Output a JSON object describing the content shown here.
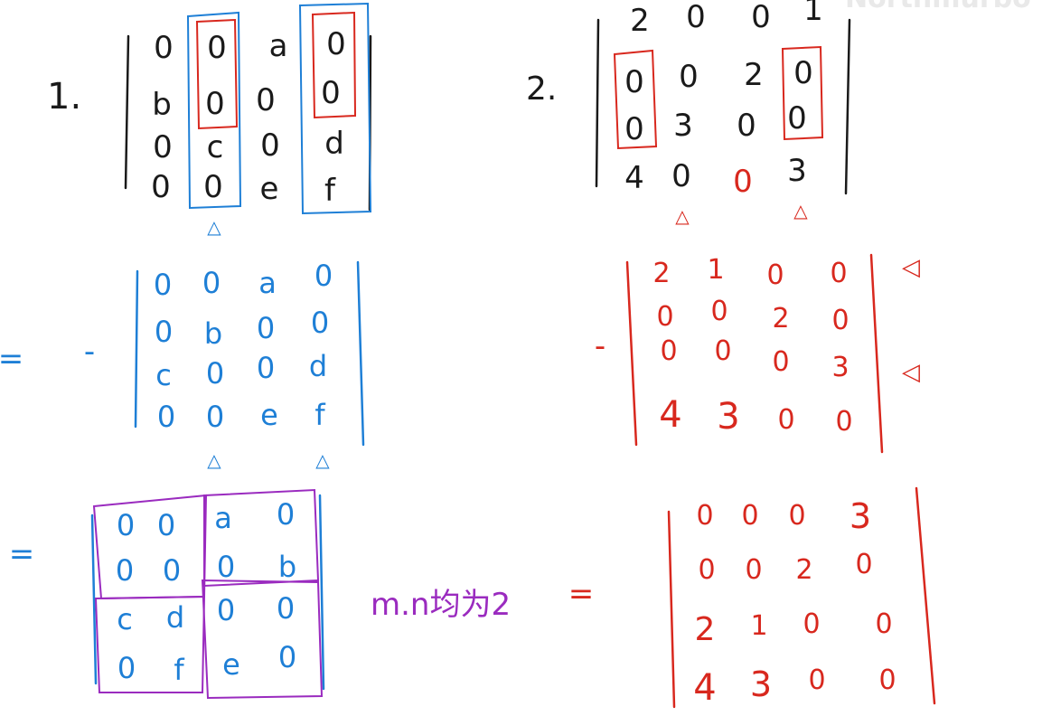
{
  "colors": {
    "ink_black": "#1a1a1a",
    "ink_blue": "#1e7fd6",
    "ink_red": "#d8281e",
    "ink_purple": "#9a2bbf",
    "watermark": "#e9e9e9"
  },
  "watermark": "Northmurbo",
  "problem1": {
    "label": "1.",
    "matrix": [
      [
        "0",
        "0",
        "a",
        "0"
      ],
      [
        "b",
        "0",
        "0",
        "0"
      ],
      [
        "0",
        "c",
        "0",
        "d"
      ],
      [
        "0",
        "0",
        "e",
        "f"
      ]
    ],
    "marker": "△",
    "step1": {
      "equals": "=",
      "minus": "-",
      "matrix": [
        [
          "0",
          "0",
          "a",
          "0"
        ],
        [
          "0",
          "b",
          "0",
          "0"
        ],
        [
          "c",
          "0",
          "0",
          "d"
        ],
        [
          "0",
          "0",
          "e",
          "f"
        ]
      ],
      "marker": "△"
    },
    "step2": {
      "equals": "=",
      "blocks": [
        [
          "0",
          "0",
          "a",
          "0"
        ],
        [
          "0",
          "0",
          "0",
          "b"
        ],
        [
          "c",
          "d",
          "0",
          "0"
        ],
        [
          "0",
          "f",
          "e",
          "0"
        ]
      ],
      "note": "m.n均为2"
    }
  },
  "problem2": {
    "label": "2.",
    "matrix": [
      [
        "2",
        "0",
        "0",
        "1"
      ],
      [
        "0",
        "0",
        "2",
        "0"
      ],
      [
        "0",
        "3",
        "0",
        "0"
      ],
      [
        "4",
        "0",
        "0",
        "3"
      ]
    ],
    "marker": "△",
    "step1": {
      "minus": "-",
      "matrix": [
        [
          "2",
          "1",
          "0",
          "0"
        ],
        [
          "0",
          "0",
          "2",
          "0"
        ],
        [
          "0",
          "0",
          "0",
          "3"
        ],
        [
          "4",
          "3",
          "0",
          "0"
        ]
      ],
      "marker": "◁"
    },
    "step2": {
      "equals": "=",
      "matrix": [
        [
          "0",
          "0",
          "0",
          "3"
        ],
        [
          "0",
          "0",
          "2",
          "0"
        ],
        [
          "2",
          "1",
          "0",
          "0"
        ],
        [
          "4",
          "3",
          "0",
          "0"
        ]
      ]
    }
  }
}
